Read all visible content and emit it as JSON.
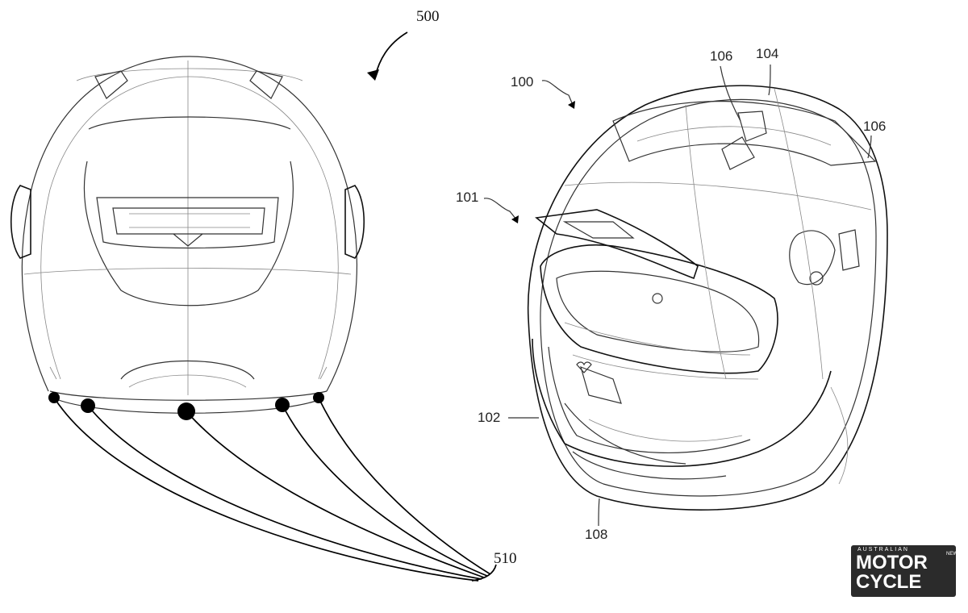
{
  "figure_left": {
    "ref_main": "500",
    "ref_sensors": "510"
  },
  "figure_right": {
    "ref_helmet": "100",
    "ref_visor": "101",
    "ref_shell": "104",
    "ref_top": "106",
    "ref_side": "106",
    "ref_chin": "102",
    "ref_bottom": "108"
  },
  "logo": {
    "top_text": "AUSTRALIAN",
    "line1": "MOTOR",
    "line2": "CYCLE",
    "side_text": "NEWS"
  }
}
